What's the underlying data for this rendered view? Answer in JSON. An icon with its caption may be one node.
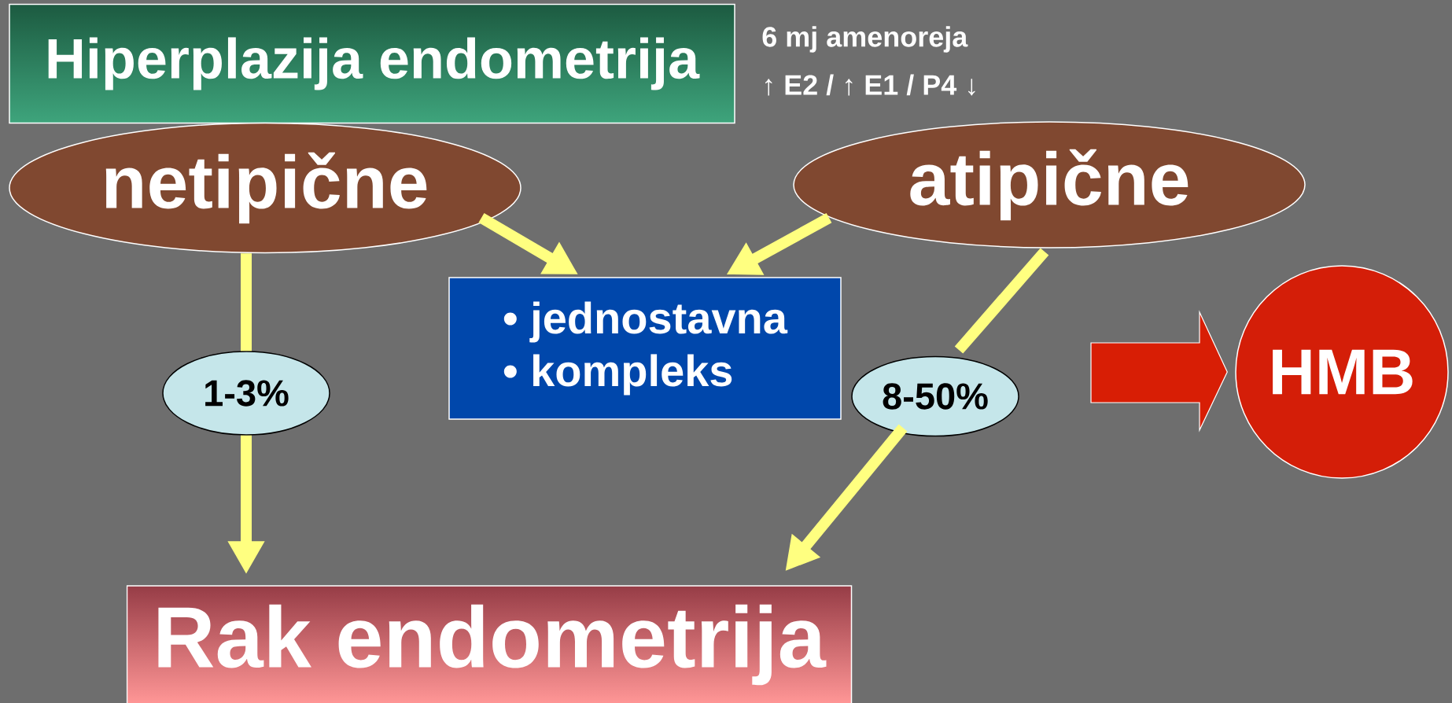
{
  "diagram": {
    "title": "Hiperplazija endometrija",
    "nodes": [
      {
        "text": [
          "netipične"
        ]
      },
      {
        "text": [
          "atipične"
        ]
      },
      {
        "text": [
          "• jednostavna",
          "• kompleks"
        ]
      },
      {
        "text": [
          "1-3%"
        ]
      },
      {
        "text": [
          "8-50%"
        ]
      },
      {
        "text": [
          "Rak endometrija"
        ]
      },
      {
        "text": [
          "HMB"
        ]
      }
    ],
    "edges": [
      {
        "from": 0,
        "to": 2,
        "arrow": "to"
      },
      {
        "from": 1,
        "to": 2,
        "arrow": "to"
      },
      {
        "from": 0,
        "to": 3,
        "arrow": "none"
      },
      {
        "from": 3,
        "to": 5,
        "arrow": "to"
      },
      {
        "from": 1,
        "to": 4,
        "arrow": "none"
      },
      {
        "from": 4,
        "to": 5,
        "arrow": "to"
      },
      {
        "from": null,
        "to": 6,
        "arrow": "to",
        "style": "thick",
        "color": "#d81e05"
      }
    ],
    "labels": [
      "6 mj amenoreja",
      "↑ E2 / ↑ E1 / P4 ↓"
    ]
  }
}
